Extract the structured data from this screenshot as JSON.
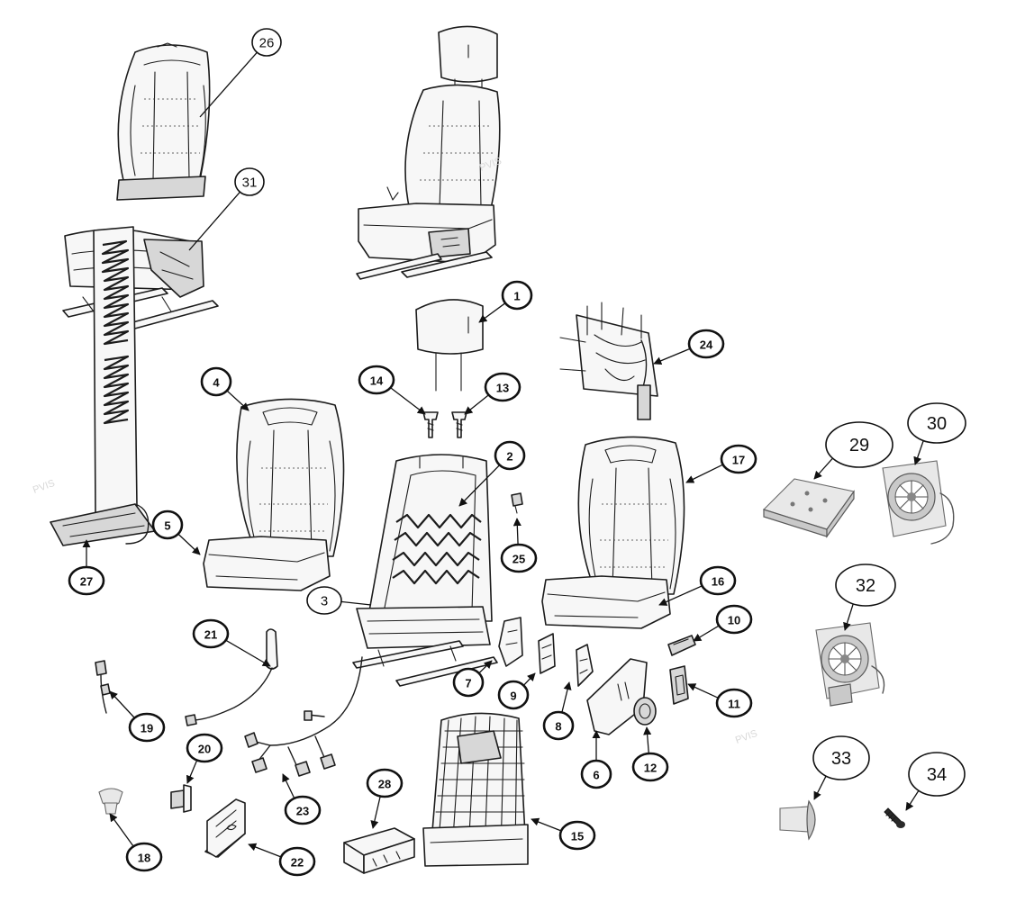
{
  "diagram": {
    "callouts": [
      {
        "label": "1"
      },
      {
        "label": "2"
      },
      {
        "label": "3"
      },
      {
        "label": "4"
      },
      {
        "label": "5"
      },
      {
        "label": "6"
      },
      {
        "label": "7"
      },
      {
        "label": "8"
      },
      {
        "label": "9"
      },
      {
        "label": "10"
      },
      {
        "label": "11"
      },
      {
        "label": "12"
      },
      {
        "label": "13"
      },
      {
        "label": "14"
      },
      {
        "label": "15"
      },
      {
        "label": "16"
      },
      {
        "label": "17"
      },
      {
        "label": "18"
      },
      {
        "label": "19"
      },
      {
        "label": "20"
      },
      {
        "label": "21"
      },
      {
        "label": "22"
      },
      {
        "label": "23"
      },
      {
        "label": "24"
      },
      {
        "label": "25"
      },
      {
        "label": "26"
      },
      {
        "label": "27"
      },
      {
        "label": "28"
      },
      {
        "label": "29"
      },
      {
        "label": "30"
      },
      {
        "label": "31"
      },
      {
        "label": "32"
      },
      {
        "label": "33"
      },
      {
        "label": "34"
      }
    ]
  }
}
